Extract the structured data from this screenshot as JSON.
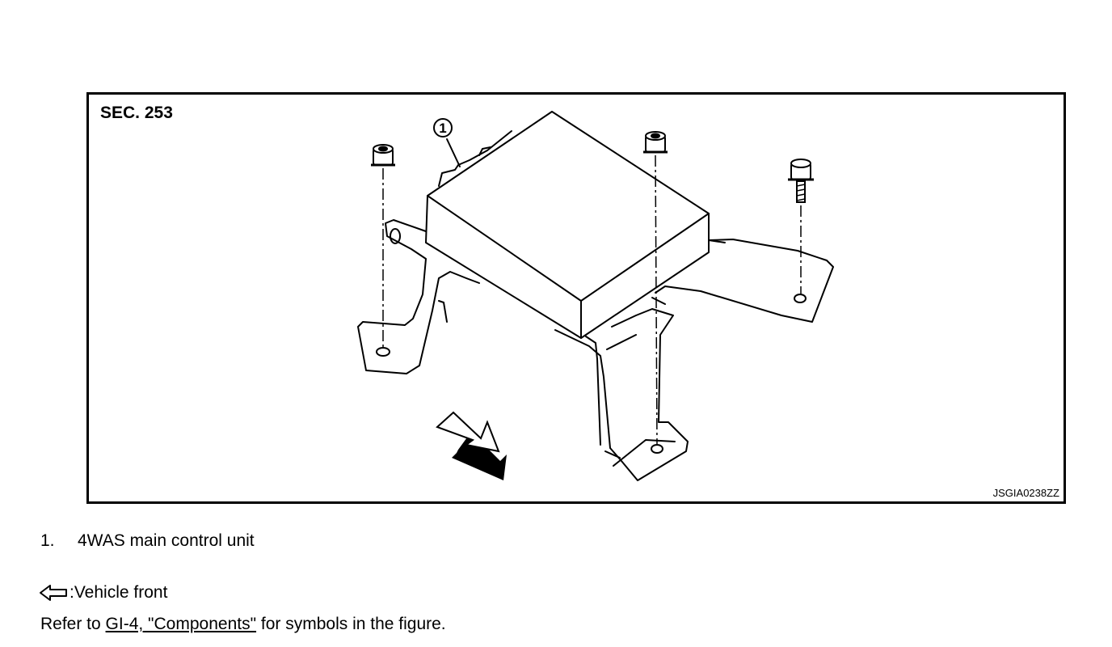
{
  "figure": {
    "section_label": "SEC. 253",
    "callout_number": "1",
    "figure_code": "JSGIA0238ZZ"
  },
  "legend": {
    "items": [
      {
        "number": "1.",
        "label": "4WAS main control unit"
      }
    ]
  },
  "front_symbol": {
    "icon": "outline-arrow-left-icon",
    "label": ":Vehicle front"
  },
  "reference": {
    "prefix": "Refer to ",
    "link_text": "GI-4, \"Components\"",
    "suffix": " for symbols in the figure."
  }
}
